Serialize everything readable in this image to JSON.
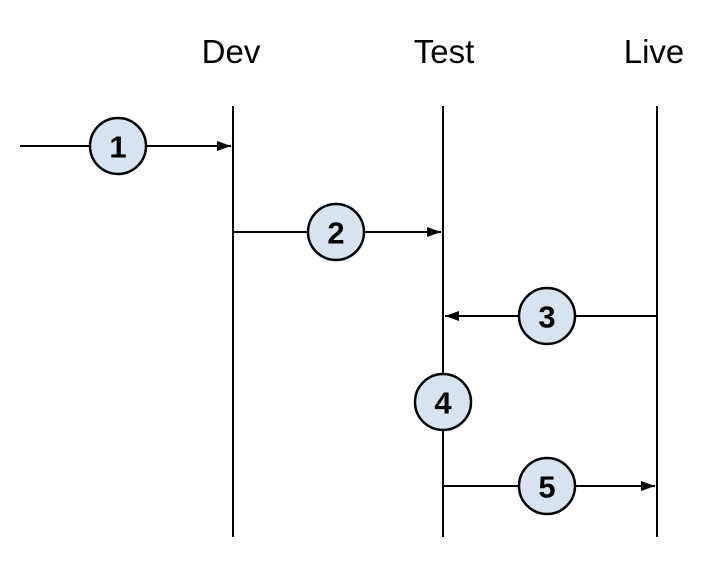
{
  "colors": {
    "node_fill": "#d8e3f0",
    "node_stroke": "#000000",
    "line": "#000000",
    "text": "#000000",
    "background": "#ffffff"
  },
  "lanes": [
    {
      "id": "dev",
      "label": "Dev"
    },
    {
      "id": "test",
      "label": "Test"
    },
    {
      "id": "live",
      "label": "Live"
    }
  ],
  "steps": [
    {
      "label": "1",
      "from": "external",
      "to": "dev",
      "arrow_direction": "right"
    },
    {
      "label": "2",
      "from": "dev",
      "to": "test",
      "arrow_direction": "right"
    },
    {
      "label": "3",
      "from": "live",
      "to": "test",
      "arrow_direction": "left"
    },
    {
      "label": "4",
      "from": "test",
      "to": "test",
      "arrow_direction": "none"
    },
    {
      "label": "5",
      "from": "test",
      "to": "live",
      "arrow_direction": "right"
    }
  ]
}
